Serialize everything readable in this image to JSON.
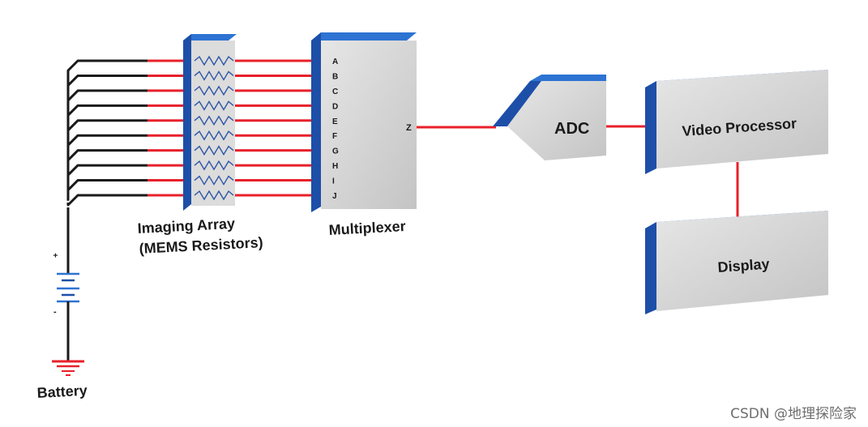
{
  "colors": {
    "wire": "#e8202a",
    "lead": "#1a1a1a",
    "box_face": "#d4d4d4",
    "box_top": "#2d73d2",
    "box_side": "#1d4fa8",
    "ground": "#e8202a"
  },
  "diagram": {
    "battery_label": "Battery",
    "battery_plus": "+",
    "battery_minus": "-",
    "array_label_line1": "Imaging Array",
    "array_label_line2": "(MEMS Resistors)",
    "multiplexer_label": "Multiplexer",
    "mux_inputs": [
      "A",
      "B",
      "C",
      "D",
      "E",
      "F",
      "G",
      "H",
      "I",
      "J"
    ],
    "mux_output": "Z",
    "adc_label": "ADC",
    "video_label": "Video Processor",
    "display_label": "Display"
  },
  "watermark": "CSDN @地理探险家"
}
